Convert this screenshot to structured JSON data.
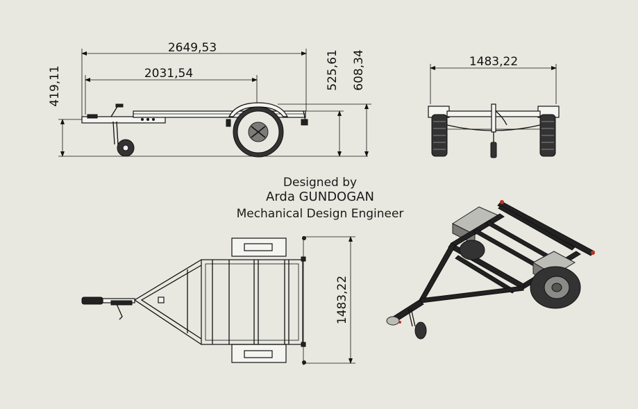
{
  "dimensions": {
    "side_overall_length": "2649,53",
    "side_axle_length": "2031,54",
    "side_coupling_height": "419,11",
    "side_fender_height": "525,61",
    "side_total_height": "608,34",
    "front_track_width": "1483,22",
    "top_track_width": "1483,22"
  },
  "credit": {
    "line1": "Designed by",
    "line2": "Arda GUNDOGAN",
    "line3": "Mechanical Design Engineer"
  },
  "colors": {
    "background": "#e9e8e0",
    "line": "#111111",
    "frame_dark": "#222222",
    "tire": "#333333"
  }
}
